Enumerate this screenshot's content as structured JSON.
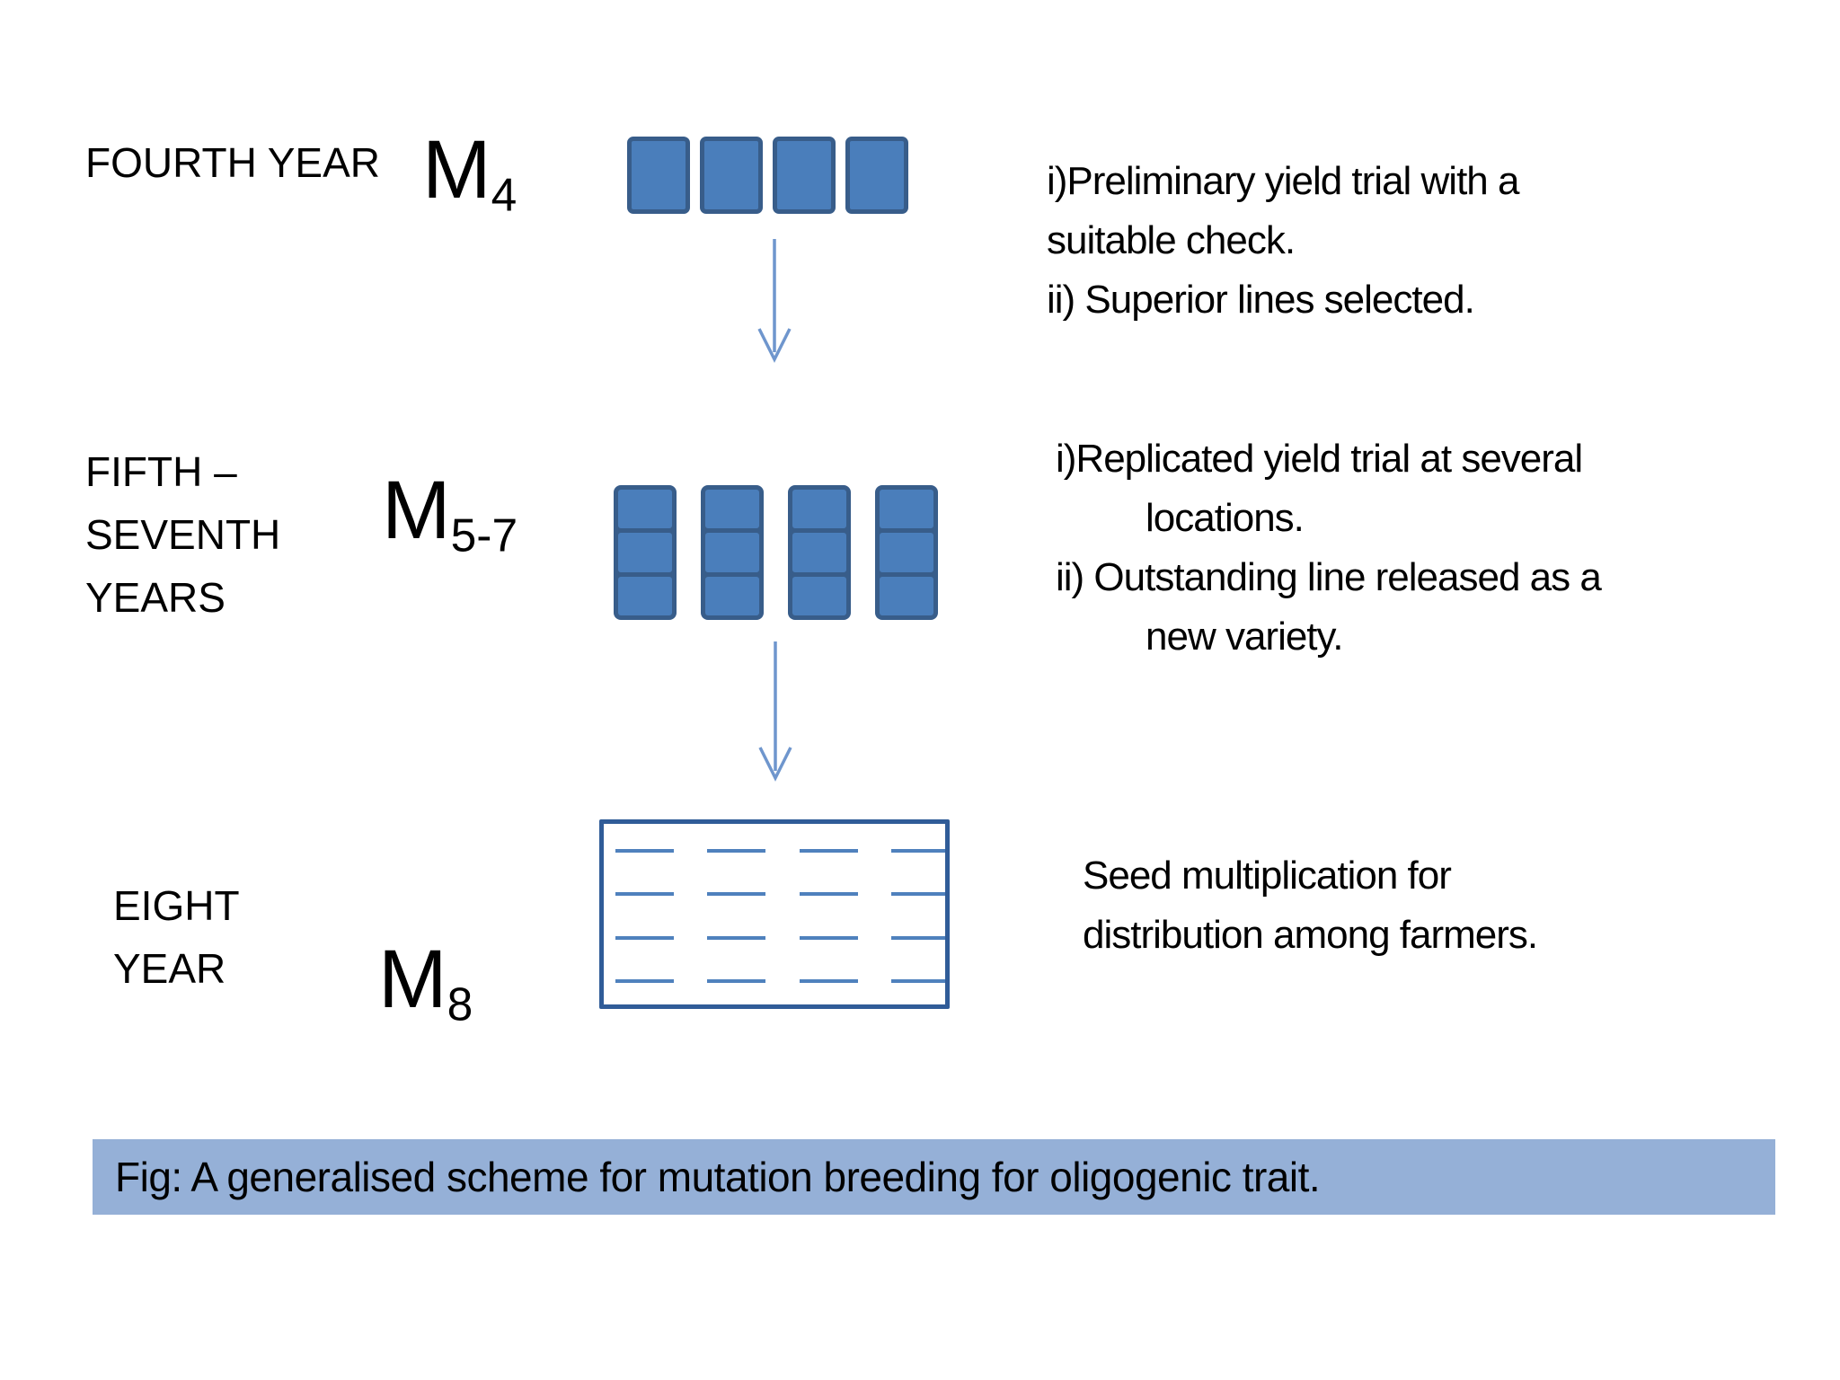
{
  "slide": {
    "background": "#ffffff"
  },
  "colors": {
    "plot_fill": "#4a7ebb",
    "plot_border": "#385d8a",
    "arrow": "#6f96cd",
    "seedbox_border": "#305c98",
    "seed_dash": "#4f81bd",
    "caption_bg": "#95b0d7",
    "text": "#000000"
  },
  "rows": {
    "fourth": {
      "period": "FOURTH YEAR",
      "generation": {
        "base": "M",
        "sub": "4"
      },
      "plots": 4,
      "notes": [
        "i)Preliminary yield trial with a",
        "suitable check.",
        "ii) Superior lines selected."
      ]
    },
    "fifth_seventh": {
      "period_lines": [
        "FIFTH –",
        "SEVENTH",
        "YEARS"
      ],
      "generation": {
        "base": "M",
        "sub": "5-7"
      },
      "columns": 4,
      "cells_per_column": 3,
      "notes": [
        "i)Replicated yield trial at several",
        "locations.",
        "ii) Outstanding line released as a",
        "new variety."
      ]
    },
    "eighth": {
      "period_lines": [
        "EIGHT",
        "YEAR"
      ],
      "generation": {
        "base": "M",
        "sub": "8"
      },
      "seed_rows": 4,
      "seed_cols": 4,
      "notes": [
        "Seed multiplication for",
        "distribution among farmers."
      ]
    }
  },
  "caption": "Fig: A generalised scheme for mutation breeding for oligogenic trait."
}
